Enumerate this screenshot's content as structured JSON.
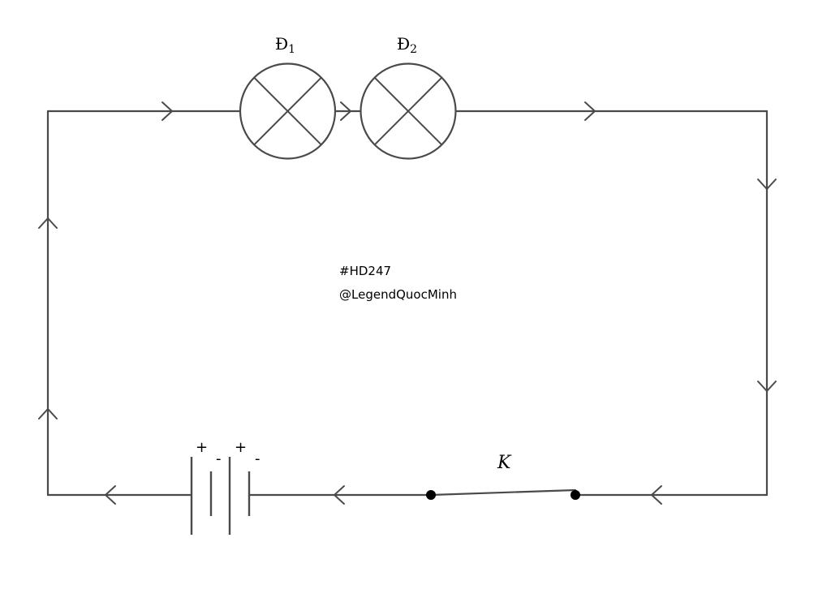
{
  "lamps": [
    {
      "letter": "Đ",
      "index": "1"
    },
    {
      "letter": "Đ",
      "index": "2"
    }
  ],
  "switch_label": "K",
  "battery": {
    "cell1_plus": "+",
    "cell1_minus": "-",
    "cell2_plus": "+",
    "cell2_minus": "-"
  },
  "watermark": {
    "line1": "#HD247",
    "line2": "@LegendQuocMinh"
  },
  "colors": {
    "wire": "#4a4a4a",
    "node": "#000000",
    "text": "#000000"
  }
}
